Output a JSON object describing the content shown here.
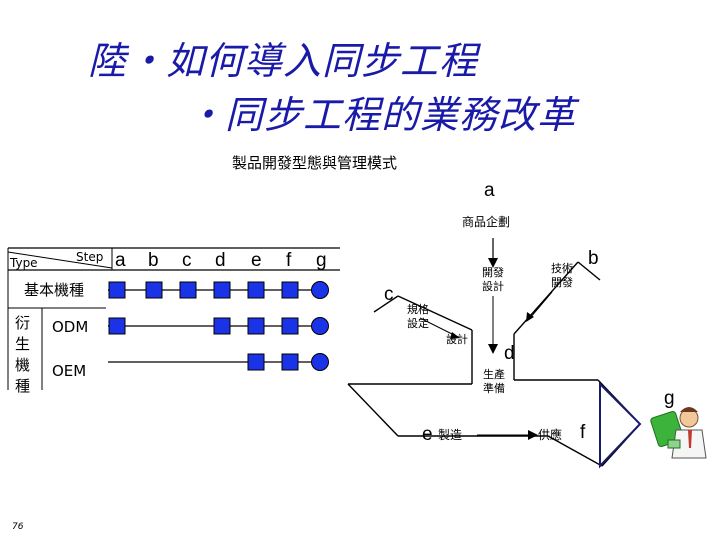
{
  "title": {
    "line1": "陸・如何導入同步工程",
    "line2": "・同步工程的業務改革"
  },
  "subtitle": "製品開發型態與管理模式",
  "matrix": {
    "type_label": "Type",
    "step_label": "Step",
    "columns": [
      "a",
      "b",
      "c",
      "d",
      "e",
      "f",
      "g"
    ],
    "rows": {
      "basic": "基本機種",
      "derived": "衍生機種",
      "odm": "ODM",
      "oem": "OEM"
    }
  },
  "flow": {
    "a_letter": "a",
    "planning": "商品企劃",
    "b_letter": "b",
    "tech_dev": "技術開發",
    "design_dev": "開發設計",
    "c_letter": "c",
    "spec_setting": "規格設定",
    "design": "設計",
    "d_letter": "d",
    "production_prep": "生產準備",
    "e_letter": "e",
    "manufacturing": "製造",
    "supply": "供應",
    "f_letter": "f",
    "g_letter": "g"
  },
  "page_number": "76",
  "colors": {
    "title": "#1a1aa8",
    "node": "#1a33e6",
    "line": "#000000",
    "arrow_fill": "#ffffff"
  }
}
